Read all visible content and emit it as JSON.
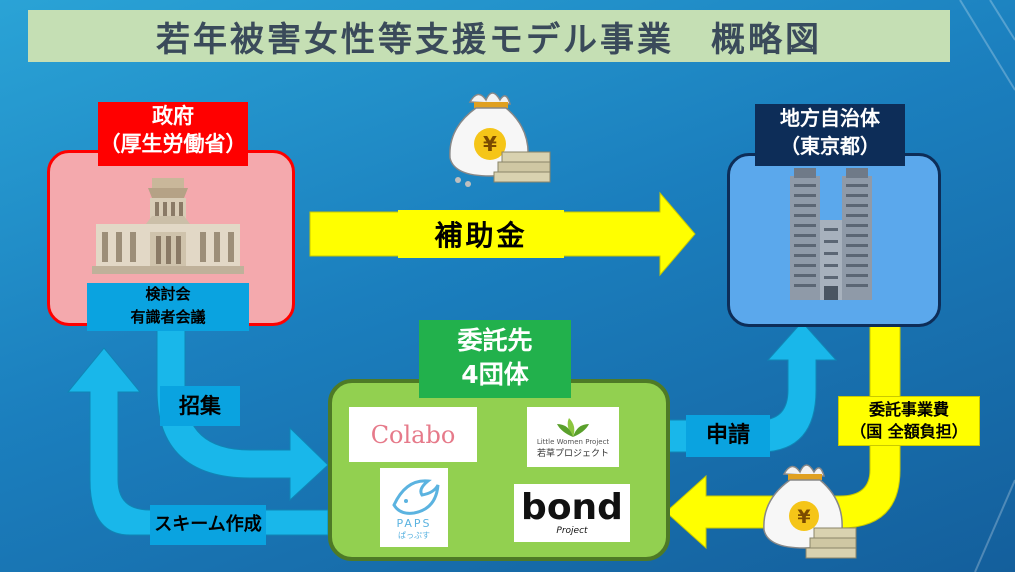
{
  "title": "若年被害女性等支援モデル事業　概略図",
  "government": {
    "label_line1": "政府",
    "label_line2": "（厚生労働省）",
    "committee_line1": "検討会",
    "committee_line2": "有識者会議"
  },
  "local_gov": {
    "label_line1": "地方自治体",
    "label_line2": "（東京都）"
  },
  "contractors": {
    "label_line1": "委託先",
    "label_line2": "4団体"
  },
  "arrows": {
    "subsidy": "補助金",
    "convene": "招集",
    "scheme": "スキーム作成",
    "apply": "申請",
    "fee_line1": "委託事業費",
    "fee_line2": "（国 全額負担）"
  },
  "logos": {
    "colabo": "Colabo",
    "wakakusa_en": "Little Women Project",
    "wakakusa_jp": "若草プロジェクト",
    "paps_main": "PAPS",
    "paps_sub": "ぱっぷす",
    "bond_main": "bond",
    "bond_sub": "Project"
  },
  "money_symbol": "¥",
  "colors": {
    "subsidy_arrow": "#ffff00",
    "flow_arrow": "#19b7ea",
    "government_box": "#f4a9ad",
    "local_gov_box": "#5ba8ec",
    "contractor_box": "#92d050"
  }
}
